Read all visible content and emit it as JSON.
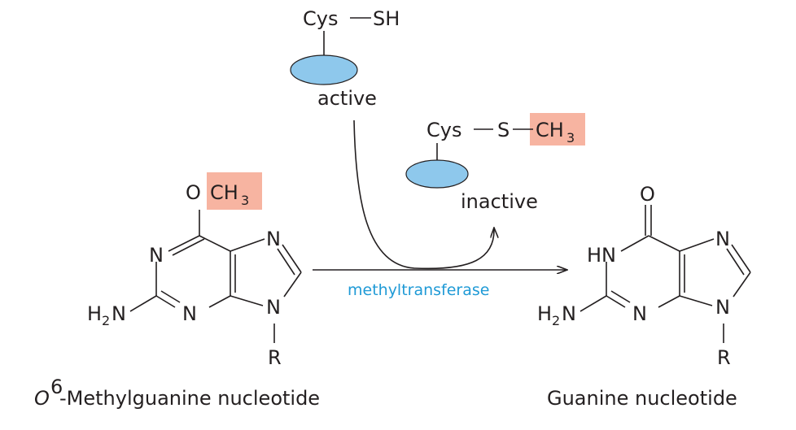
{
  "diagram": {
    "substrate": {
      "caption_prefix": "O",
      "caption_superscript": "6",
      "caption_rest": "-Methylguanine nucleotide",
      "atoms": {
        "o": "O",
        "ch3_main": "CH",
        "ch3_sub": "3",
        "n1": "N",
        "n3": "N",
        "n7": "N",
        "n9": "N",
        "h2n_h": "H",
        "h2n_sub": "2",
        "h2n_n": "N",
        "r": "R"
      }
    },
    "product": {
      "caption": "Guanine nucleotide",
      "atoms": {
        "o": "O",
        "hn": "HN",
        "n3": "N",
        "n7": "N",
        "n9": "N",
        "h2n_h": "H",
        "h2n_sub": "2",
        "h2n_n": "N",
        "r": "R"
      }
    },
    "enzyme": {
      "name": "methyltransferase",
      "active": {
        "residue": "Cys",
        "group": "SH",
        "state": "active"
      },
      "inactive": {
        "residue": "Cys",
        "s": "S",
        "ch3_main": "CH",
        "ch3_sub": "3",
        "state": "inactive"
      }
    },
    "colors": {
      "methyl_highlight": "#f7b4a1",
      "protein_fill": "#8ec8ec",
      "enzyme_label": "#1f9ad6",
      "ink": "#231f20"
    }
  }
}
